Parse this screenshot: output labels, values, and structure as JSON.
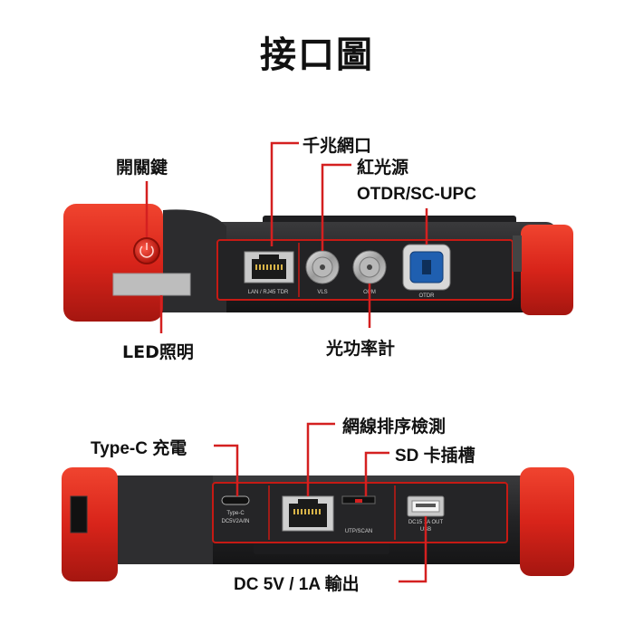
{
  "title": "接口圖",
  "top_view": {
    "labels": {
      "power_key": "開關鍵",
      "gigabit_port": "千兆網口",
      "vfl": "紅光源",
      "otdr": "OTDR/SC-UPC",
      "led": "LED照明",
      "opm": "光功率計"
    },
    "port_texts": {
      "lan": "LAN / RJ45 TDR",
      "vls": "VLS",
      "opm": "OPM",
      "otdr": "OTDR"
    }
  },
  "bottom_view": {
    "labels": {
      "cable_sequence": "網線排序檢測",
      "type_c": "Type-C 充電",
      "sd_slot": "SD 卡插槽",
      "dc_out": "DC 5V / 1A 輸出"
    },
    "port_texts": {
      "typec_name": "Type-C",
      "typec_spec": "DC5V2A/IN",
      "utp": "UTP/SCAN",
      "usb_spec": "DC15 1A OUT",
      "usb_name": "USB"
    }
  },
  "colors": {
    "accent_red": "#d42020",
    "bumper_red": "#e4261c",
    "body_dark": "#2a2a2c"
  }
}
